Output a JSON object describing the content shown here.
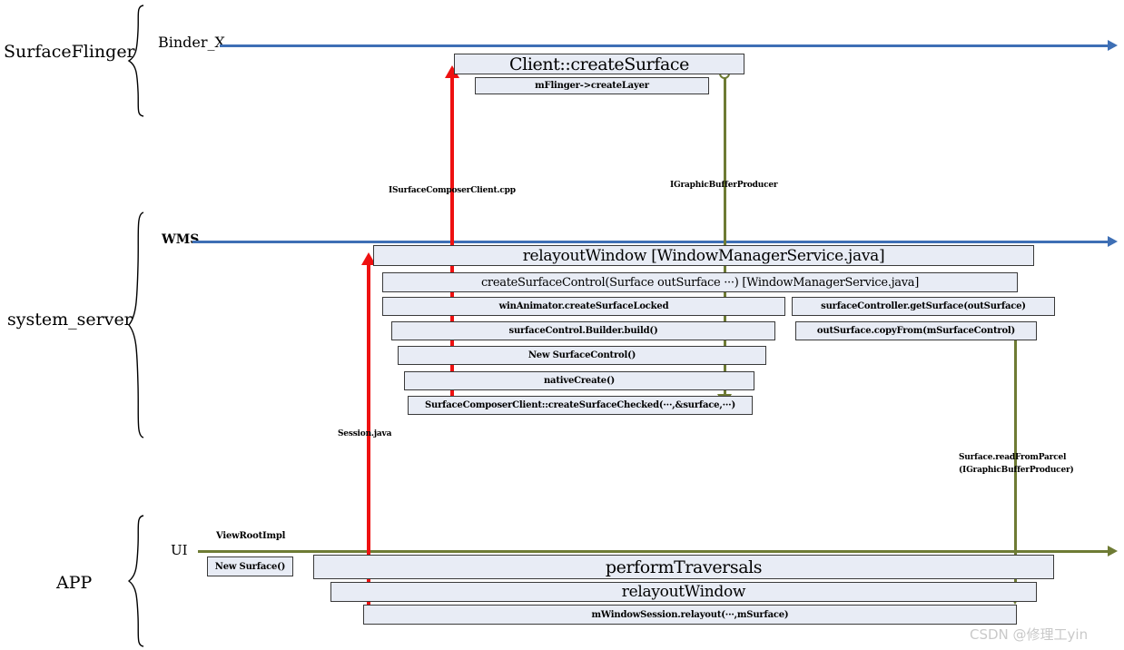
{
  "diagram": {
    "title": "Android Surface creation sequence",
    "colors": {
      "lifeline_blue": "#3E6FB5",
      "lifeline_olive": "#6E7B34",
      "message_red": "#EE1111",
      "box_fill": "#E8ECF5",
      "box_border": "#3A3A3A",
      "watermark": "#C9C9C9"
    }
  },
  "processes": [
    {
      "name": "surfaceflinger",
      "label": "SurfaceFlinger"
    },
    {
      "name": "system-server",
      "label": "system_server"
    },
    {
      "name": "app",
      "label": "APP"
    }
  ],
  "lanes": [
    {
      "name": "binder-x",
      "label": "Binder_X",
      "line_color": "#3E6FB5"
    },
    {
      "name": "wms",
      "label": "WMS",
      "line_color": "#3E6FB5"
    },
    {
      "name": "ui",
      "label": "UI",
      "line_color": "#6E7B34"
    }
  ],
  "surfaceflinger_boxes": [
    {
      "name": "client-createsurface",
      "label": "Client::createSurface",
      "size": "xl"
    },
    {
      "name": "mflinger-createlayer",
      "label": "mFlinger->createLayer",
      "size": "sm"
    }
  ],
  "wms_boxes": [
    {
      "name": "relayoutwindow-wms",
      "label": "relayoutWindow [WindowManagerService.java]",
      "size": "lg"
    },
    {
      "name": "createsurfacecontrol",
      "label": "createSurfaceControl(Surface outSurface ···)  [WindowManagerService.java]",
      "size": "md"
    },
    {
      "name": "winanimator-createsurfacelocked",
      "label": "winAnimator.createSurfaceLocked",
      "size": "sm"
    },
    {
      "name": "surfacecontrol-builder-build",
      "label": "surfaceControl.Builder.build()",
      "size": "sm"
    },
    {
      "name": "new-surfacecontrol",
      "label": "New SurfaceControl()",
      "size": "sm"
    },
    {
      "name": "nativecreate",
      "label": "nativeCreate()",
      "size": "sm"
    },
    {
      "name": "surfacecomposerclient-createsurfacechecked",
      "label": "SurfaceComposerClient::createSurfaceChecked(···,&surface,···)",
      "size": "sm"
    }
  ],
  "wms_right_boxes": [
    {
      "name": "surfacecontroller-getsurface",
      "label": "surfaceController.getSurface(outSurface)",
      "size": "sm"
    },
    {
      "name": "outsurface-copyfrom",
      "label": "outSurface.copyFrom(mSurfaceControl)",
      "size": "sm"
    }
  ],
  "app_boxes": [
    {
      "name": "new-surface",
      "label": "New Surface()",
      "size": "sm"
    },
    {
      "name": "performtraversals",
      "label": "performTraversals",
      "size": "xl"
    },
    {
      "name": "relayoutwindow-app",
      "label": "relayoutWindow",
      "size": "lg"
    },
    {
      "name": "mwindowsession-relayout",
      "label": "mWindowSession.relayout(···,mSurface)",
      "size": "sm"
    }
  ],
  "annotations": [
    {
      "name": "isurfacecomposerclient-cpp",
      "label": "ISurfaceComposerClient.cpp"
    },
    {
      "name": "igraphicbufferproducer",
      "label": "IGraphicBufferProducer"
    },
    {
      "name": "session-java",
      "label": "Session.java"
    },
    {
      "name": "surface-readfromparcel-line1",
      "label": "Surface.readFromParcel"
    },
    {
      "name": "surface-readfromparcel-line2",
      "label": "(IGraphicBufferProducer)"
    },
    {
      "name": "viewrootimpl",
      "label": "ViewRootImpl"
    }
  ],
  "watermark": {
    "name": "csdn-watermark",
    "label": "CSDN @修理工yin"
  }
}
